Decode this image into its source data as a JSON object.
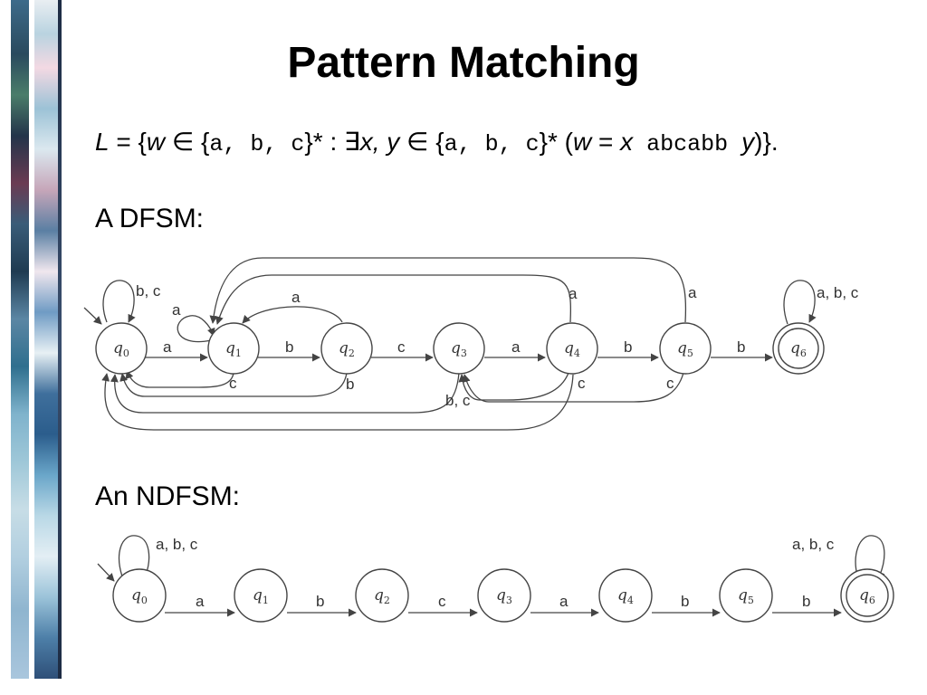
{
  "slide": {
    "title": "Pattern Matching",
    "definition": {
      "L": "L",
      "eq_open": " = {",
      "w1": "w",
      "in1": " ∈ {",
      "alpha1": "a, b, c",
      "star_colon": "}* : ∃",
      "xy": "x, y",
      "in2": " ∈ {",
      "alpha2": "a, b, c",
      "star_paren": "}* (",
      "w2": "w",
      "eq2": " = ",
      "x": "x",
      "pattern": " abcabb ",
      "y": "y",
      "close": ")}."
    },
    "dfsm_label": "A DFSM:",
    "ndfsm_label": "An NDFSM:"
  },
  "dfsm": {
    "states": [
      {
        "q": "q",
        "n": "0"
      },
      {
        "q": "q",
        "n": "1"
      },
      {
        "q": "q",
        "n": "2"
      },
      {
        "q": "q",
        "n": "3"
      },
      {
        "q": "q",
        "n": "4"
      },
      {
        "q": "q",
        "n": "5"
      },
      {
        "q": "q",
        "n": "6"
      }
    ],
    "start_state": "q0",
    "accepting_states": [
      "q6"
    ],
    "edge_labels": {
      "q0_loop": "b, c",
      "q0_q1": "a",
      "q1_loop": "a",
      "q1_q2": "b",
      "q2_q1": "a",
      "q2_q3": "c",
      "q3_q4": "a",
      "q4_q5": "b",
      "q5_q6": "b",
      "q6_loop": "a, b, c",
      "q1_q0": "c",
      "q2_q0": "b",
      "q3_q0": "b, c",
      "q4_q1": "a",
      "q4_q3": "c",
      "q5_q1": "a",
      "q5_q3": "c"
    }
  },
  "ndfsm": {
    "states": [
      {
        "q": "q",
        "n": "0"
      },
      {
        "q": "q",
        "n": "1"
      },
      {
        "q": "q",
        "n": "2"
      },
      {
        "q": "q",
        "n": "3"
      },
      {
        "q": "q",
        "n": "4"
      },
      {
        "q": "q",
        "n": "5"
      },
      {
        "q": "q",
        "n": "6"
      }
    ],
    "start_state": "q0",
    "accepting_states": [
      "q6"
    ],
    "edge_labels": {
      "q0_loop": "a, b, c",
      "q0_q1": "a",
      "q1_q2": "b",
      "q2_q3": "c",
      "q3_q4": "a",
      "q4_q5": "b",
      "q5_q6": "b",
      "q6_loop": "a, b, c"
    }
  }
}
